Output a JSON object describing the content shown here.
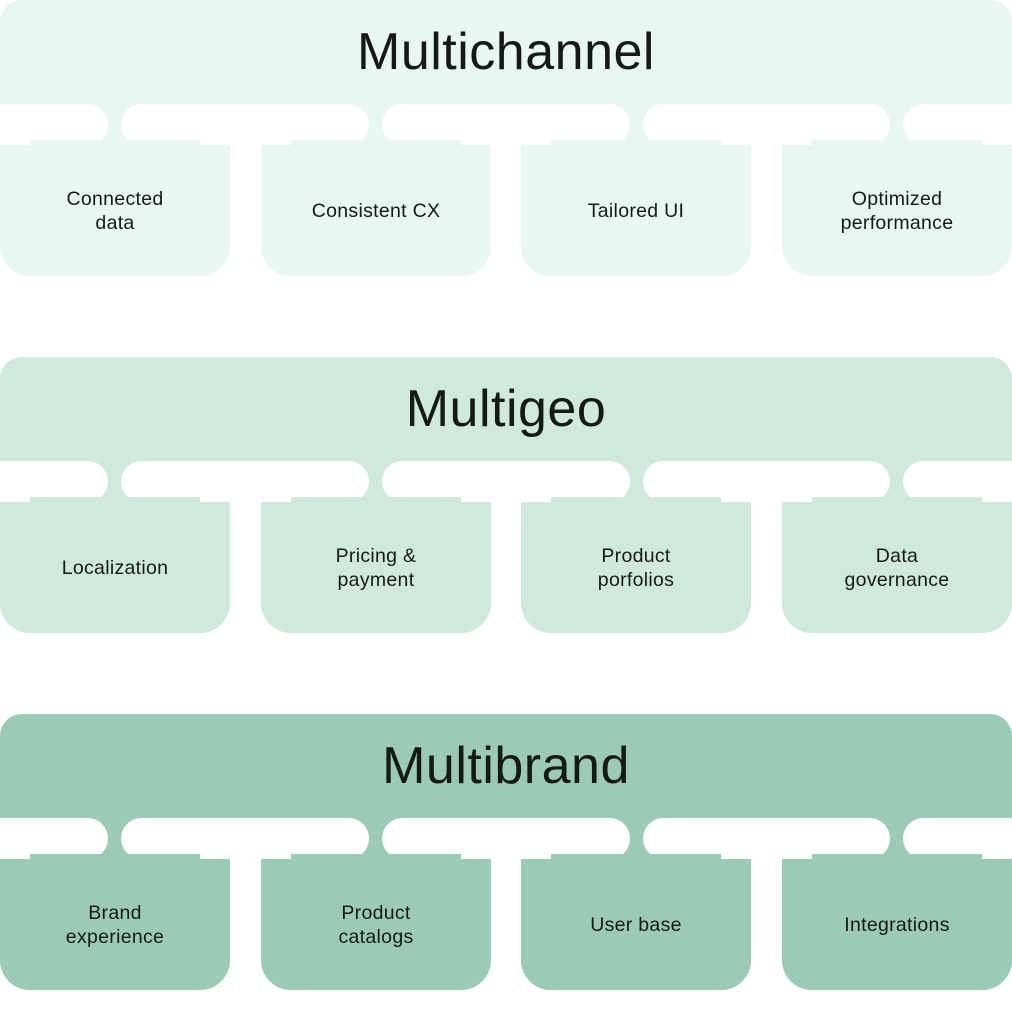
{
  "diagram": {
    "sections": [
      {
        "title": "Multichannel",
        "color": "#e8f7f1",
        "items": [
          "Connected\ndata",
          "Consistent CX",
          "Tailored UI",
          "Optimized\nperformance"
        ]
      },
      {
        "title": "Multigeo",
        "color": "#cfeadd",
        "items": [
          "Localization",
          "Pricing &\npayment",
          "Product\nporfolios",
          "Data\ngovernance"
        ]
      },
      {
        "title": "Multibrand",
        "color": "#9ccbb5",
        "items": [
          "Brand\nexperience",
          "Product\ncatalogs",
          "User base",
          "Integrations"
        ]
      }
    ]
  }
}
